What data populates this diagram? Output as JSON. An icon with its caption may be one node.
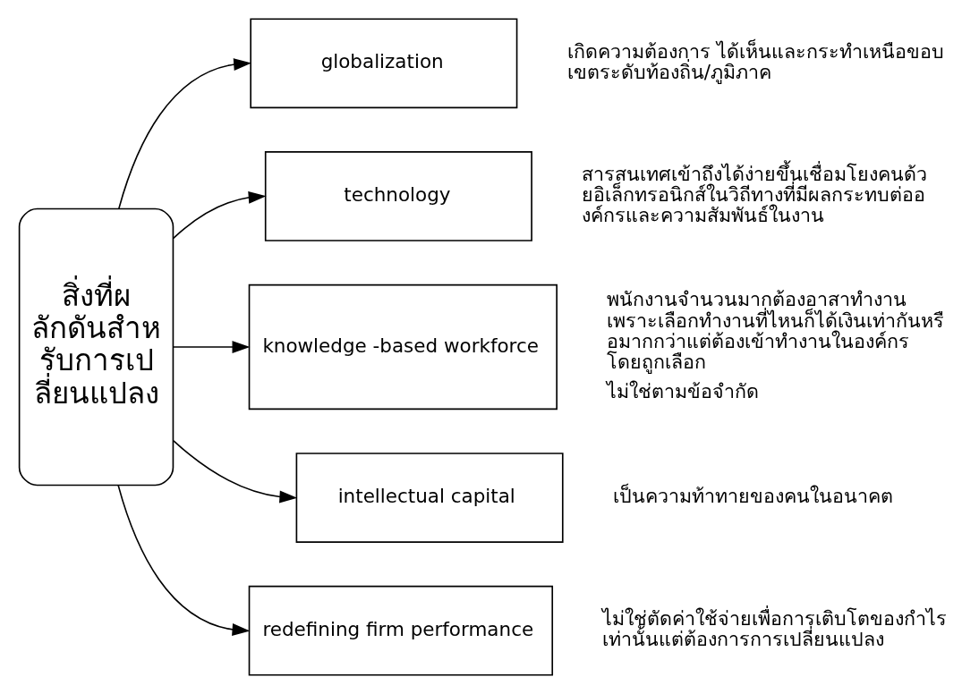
{
  "diagram": {
    "nodes": [
      {
        "text": [
          "สิ่งที่ผลักดันสำหรับการเปลี่ยนแปลง"
        ]
      },
      {
        "text": [
          "globalization"
        ],
        "beside": [
          "เกิดความต้องการ ได้เห็นและกระทำเหนือขอบเขตระดับท้องถิ่น/ภูมิภาค"
        ]
      },
      {
        "text": [
          "technology"
        ],
        "beside": [
          "สารสนเทศเข้าถึงได้ง่ายขึ้นเชื่อมโยงคนด้วยอิเล็กทรอนิกส์ในวิถีทางที่มีผลกระทบต่อองค์กรและความสัมพันธ์ในงาน"
        ]
      },
      {
        "text": [
          "knowledge -based workforce"
        ],
        "beside": [
          "พนักงานจำนวนมากต้องอาสาทำงาน เพราะเลือกทำงานที่ไหนก็ได้เงินเท่ากันหรือมากกว่าแต่ต้องเข้าทำงานในองค์กร โดยถูกเลือก",
          "ไม่ใช่ตามข้อจำกัด"
        ]
      },
      {
        "text": [
          "intellectual capital"
        ],
        "beside": [
          "เป็นความท้าทายของคนในอนาคต"
        ]
      },
      {
        "text": [
          "redefining firm performance"
        ],
        "beside": [
          "ไม่ใช่ตัดค่าใช้จ่ายเพื่อการเติบโตของกำไรเท่านั้นแต่ต้องการการเปลี่ยนแปลง"
        ]
      }
    ],
    "edges": [
      {
        "from": 0,
        "to": 1,
        "arrow": "to"
      },
      {
        "from": 0,
        "to": 2,
        "arrow": "to"
      },
      {
        "from": 0,
        "to": 3,
        "arrow": "to"
      },
      {
        "from": 0,
        "to": 4,
        "arrow": "to"
      },
      {
        "from": 0,
        "to": 5,
        "arrow": "to"
      }
    ]
  }
}
